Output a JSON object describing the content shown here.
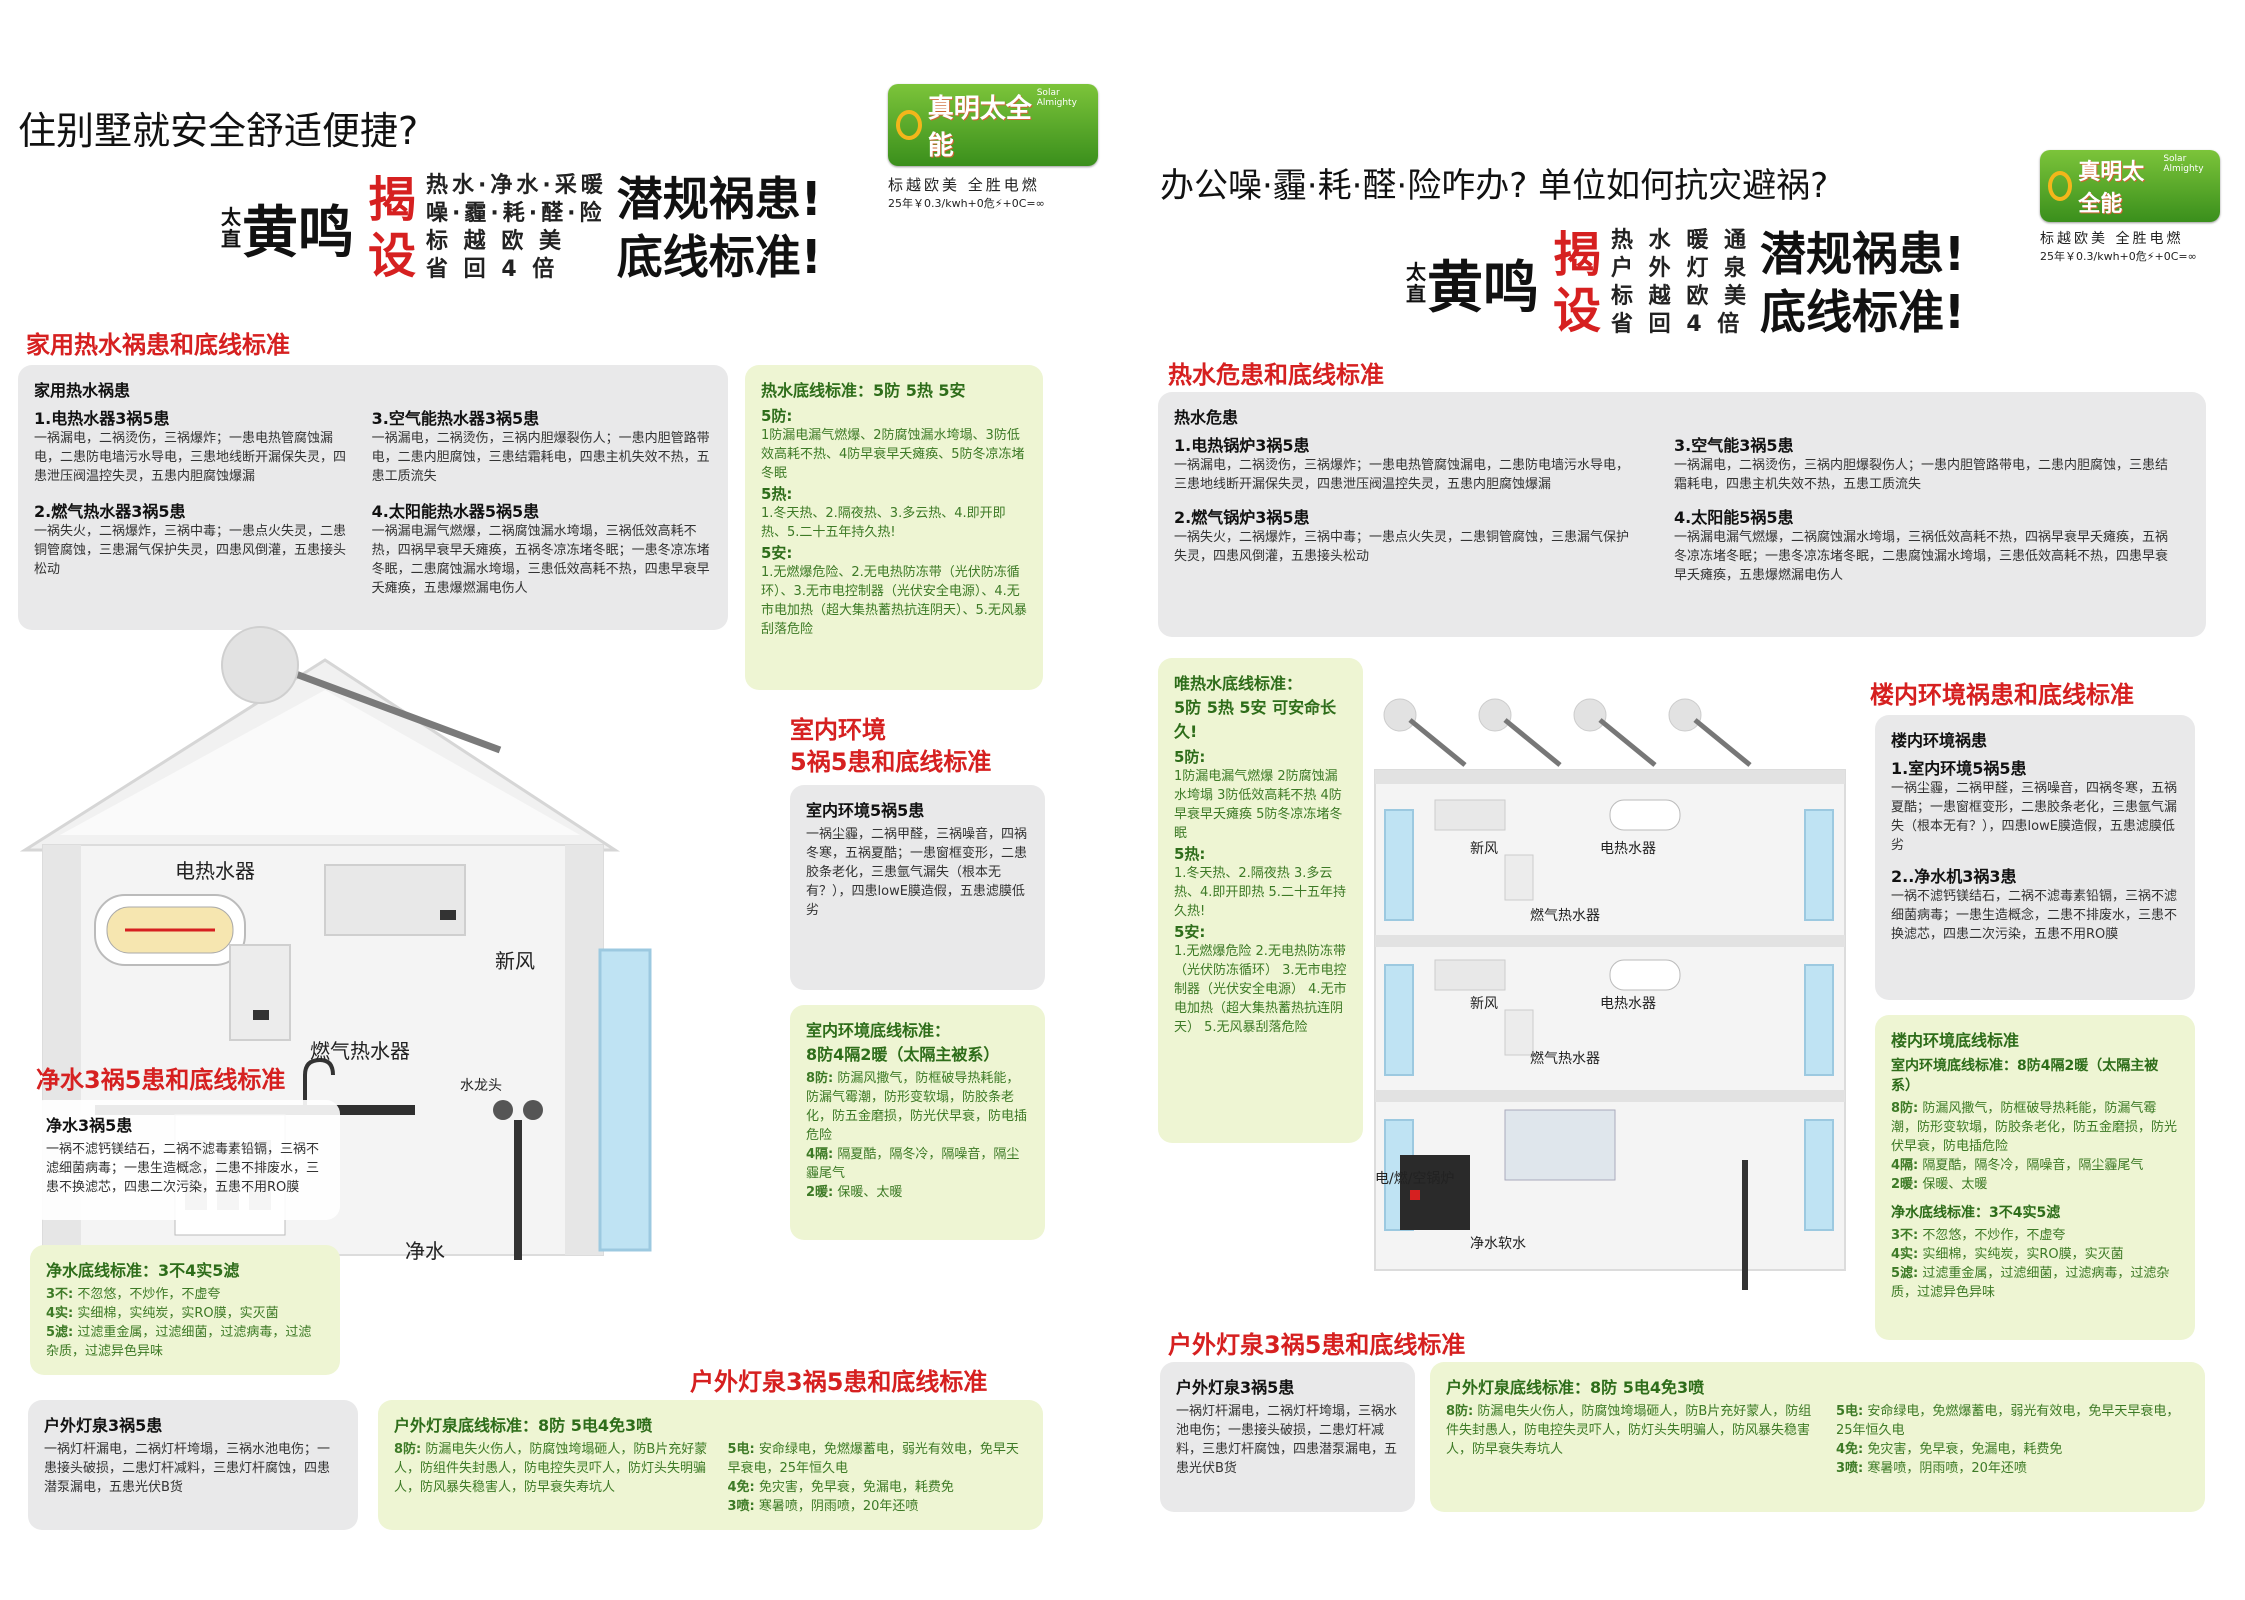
{
  "left": {
    "title": "住别墅就安全舒适便捷?",
    "logo": {
      "brand": "真明太全能",
      "english": "Solar Almighty",
      "tagline": "标越欧美 全胜电燃",
      "price": "25年￥0.3/kwh+0危⚡+0C=∞"
    },
    "hero": {
      "small_top": "太",
      "small_bottom": "直",
      "name": "黄鸣",
      "red_top": "揭",
      "red_bottom": "设",
      "line1": "热水·净水·采暖",
      "line2": "噪·霾·耗·醛·险",
      "line3": "标 越 欧 美",
      "line4": "省 回 4 倍",
      "big_top": "潜规祸患!",
      "big_bottom": "底线标准!"
    },
    "sec_hot": "家用热水祸患和底线标准",
    "hot_card": {
      "title": "家用热水祸患",
      "b1_head": "1.电热水器3祸5患",
      "b1_text": "一祸漏电，二祸烫伤，三祸爆炸；一患电热管腐蚀漏电，二患防电墙污水导电，三患地线断开漏保失灵，四患泄压阀温控失灵，五患内胆腐蚀爆漏",
      "b2_head": "2.燃气热水器3祸5患",
      "b2_text": "一祸失火，二祸爆炸，三祸中毒；一患点火失灵，二患铜管腐蚀，三患漏气保护失灵，四患风倒灌，五患接头松动",
      "b3_head": "3.空气能热水器3祸5患",
      "b3_text": "一祸漏电，二祸烫伤，三祸内胆爆裂伤人；一患内胆管路带电，二患内胆腐蚀，三患结霜耗电，四患主机失效不热，五患工质流失",
      "b4_head": "4.太阳能热水器5祸5患",
      "b4_text": "一祸漏电漏气燃爆，二祸腐蚀漏水垮塌，三祸低效高耗不热，四祸早衰早夭瘫痪，五祸冬凉冻堵冬眠；一患冬凉冻堵冬眠，二患腐蚀漏水垮塌，三患低效高耗不热，四患早衰早夭瘫痪，五患爆燃漏电伤人"
    },
    "hot_std": {
      "title": "热水底线标准：5防 5热 5安",
      "h1": "5防:",
      "t1": "1防漏电漏气燃爆、2防腐蚀漏水垮塌、3防低效高耗不热、4防早衰早夭瘫痪、5防冬凉冻堵冬眠",
      "h2": "5热:",
      "t2": "1.冬天热、2.隔夜热、3.多云热、4.即开即热、5.二十五年持久热!",
      "h3": "5安:",
      "t3": "1.无燃爆危险、2.无电热防冻带（光伏防冻循环）、3.无市电控制器（光伏安全电源）、4.无市电加热（超大集热蓄热抗连阴天）、5.无风暴刮落危险"
    },
    "sec_indoor_1": "室内环境",
    "sec_indoor_2": "5祸5患和底线标准",
    "indoor_card": {
      "title": "室内环境5祸5患",
      "text": "一祸尘霾，二祸甲醛，三祸噪音，四祸冬寒，五祸夏酷；一患窗框变形，二患胶条老化，三患氩气漏失（根本无有？），四患lowE膜造假，五患滤膜低劣"
    },
    "indoor_std": {
      "title": "室内环境底线标准：",
      "subtitle": "8防4隔2暖（太隔主被系）",
      "h1": "8防:",
      "t1": "防漏风撒气，防框破导热耗能，防漏气霉潮，防形变软塌，防胶条老化，防五金磨损，防光伏早衰，防电插危险",
      "h2": "4隔:",
      "t2": "隔夏酷，隔冬冷，隔噪音，隔尘霾尾气",
      "h3": "2暖:",
      "t3": "保暖、太暖"
    },
    "sec_water": "净水3祸5患和底线标准",
    "water_card": {
      "title": "净水3祸5患",
      "text": "一祸不滤钙镁结石，二祸不滤毒素铅镉，三祸不滤细菌病毒；一患生造概念，二患不排废水，三患不换滤芯，四患二次污染，五患不用RO膜"
    },
    "water_std": {
      "title": "净水底线标准：3不4实5滤",
      "h1": "3不:",
      "t1": "不忽悠，不炒作，不虚夸",
      "h2": "4实:",
      "t2": "实细棉，实纯炭，实RO膜，实灭菌",
      "h3": "5滤:",
      "t3": "过滤重金属，过滤细菌，过滤病毒，过滤杂质，过滤异色异味"
    },
    "sec_outdoor": "户外灯泉3祸5患和底线标准",
    "outdoor_card": {
      "title": "户外灯泉3祸5患",
      "text": "一祸灯杆漏电，二祸灯杆垮塌，三祸水池电伤；一患接头破损，二患灯杆减料，三患灯杆腐蚀，四患潜泵漏电，五患光伏B货"
    },
    "outdoor_std": {
      "title": "户外灯泉底线标准：8防 5电4免3喷",
      "h1": "8防:",
      "t1": "防漏电失火伤人，防腐蚀垮塌砸人，防B片充好蒙人，防组件失封愚人，防电控失灵吓人，防灯头失明骗人，防风暴失稳害人，防早衰失寿坑人",
      "h2": "5电:",
      "t2": "安命绿电，免燃爆蓄电，弱光有效电，免早天早衰电，25年恒久电",
      "h3": "4免:",
      "t3": "免灾害，免早衰，免漏电，耗费免",
      "h4": "3喷:",
      "t4": "寒暑喷，阴雨喷，20年还喷"
    },
    "house_labels": {
      "heater": "电热水器",
      "fresh": "新风",
      "gas": "燃气热水器",
      "faucet": "水龙头",
      "purify": "净水"
    }
  },
  "right": {
    "title": "办公噪·霾·耗·醛·险咋办? 单位如何抗灾避祸?",
    "logo": {
      "brand": "真明太全能",
      "english": "Solar Almighty",
      "tagline": "标越欧美 全胜电燃",
      "price": "25年￥0.3/kwh+0危⚡+0C=∞"
    },
    "hero": {
      "small_top": "太",
      "small_bottom": "直",
      "name": "黄鸣",
      "red_top": "揭",
      "red_bottom": "设",
      "line1": "热 水 暖 通",
      "line2": "户 外 灯 泉",
      "line3": "标 越 欧 美",
      "line4": "省 回 4 倍",
      "big_top": "潜规祸患!",
      "big_bottom": "底线标准!"
    },
    "sec_hot": "热水危患和底线标准",
    "hot_card": {
      "title": "热水危患",
      "b1_head": "1.电热锅炉3祸5患",
      "b1_text": "一祸漏电，二祸烫伤，三祸爆炸；一患电热管腐蚀漏电，二患防电墙污水导电，三患地线断开漏保失灵，四患泄压阀温控失灵，五患内胆腐蚀爆漏",
      "b2_head": "2.燃气锅炉3祸5患",
      "b2_text": "一祸失火，二祸爆炸，三祸中毒；一患点火失灵，二患铜管腐蚀，三患漏气保护失灵，四患风倒灌，五患接头松动",
      "b3_head": "3.空气能3祸5患",
      "b3_text": "一祸漏电，二祸烫伤，三祸内胆爆裂伤人；一患内胆管路带电，二患内胆腐蚀，三患结霜耗电，四患主机失效不热，五患工质流失",
      "b4_head": "4.太阳能5祸5患",
      "b4_text": "一祸漏电漏气燃爆，二祸腐蚀漏水垮塌，三祸低效高耗不热，四祸早衰早夭瘫痪，五祸冬凉冻堵冬眠；一患冬凉冻堵冬眠，二患腐蚀漏水垮塌，三患低效高耗不热，四患早衰早夭瘫痪，五患爆燃漏电伤人"
    },
    "hot_std": {
      "title": "唯热水底线标准：",
      "subtitle": "5防 5热 5安 可安命长久!",
      "h1": "5防:",
      "t1": "1防漏电漏气燃爆 2防腐蚀漏水垮塌 3防低效高耗不热 4防早衰早夭瘫痪 5防冬凉冻堵冬眠",
      "h2": "5热:",
      "t2": "1.冬天热、2.隔夜热 3.多云热、4.即开即热 5.二十五年持久热!",
      "h3": "5安:",
      "t3": "1.无燃爆危险 2.无电热防冻带（光伏防冻循环） 3.无市电控制器（光伏安全电源） 4.无市电加热（超大集热蓄热抗连阴天） 5.无风暴刮落危险"
    },
    "sec_indoor": "楼内环境祸患和底线标准",
    "indoor_card": {
      "title": "楼内环境祸患",
      "b1_head": "1.室内环境5祸5患",
      "b1_text": "一祸尘霾，二祸甲醛，三祸噪音，四祸冬寒，五祸夏酷；一患窗框变形，二患胶条老化，三患氩气漏失（根本无有？），四患lowE膜造假，五患滤膜低劣",
      "b2_head": "2..净水机3祸3患",
      "b2_text": "一祸不滤钙镁结石，二祸不滤毒素铅镉，三祸不滤细菌病毒；一患生造概念，二患不排废水，三患不换滤芯，四患二次污染，五患不用RO膜"
    },
    "indoor_std": {
      "title": "楼内环境底线标准",
      "subtitle": "室内环境底线标准：8防4隔2暖（太隔主被系）",
      "h1": "8防:",
      "t1": "防漏风撒气，防框破导热耗能，防漏气霉潮，防形变软塌，防胶条老化，防五金磨损，防光伏早衰，防电插危险",
      "h2": "4隔:",
      "t2": "隔夏酷，隔冬冷，隔噪音，隔尘霾尾气",
      "h3": "2暖:",
      "t3": "保暖、太暖",
      "w_title": "净水底线标准：3不4实5滤",
      "w1h": "3不:",
      "w1": "不忽悠，不炒作，不虚夸",
      "w2h": "4实:",
      "w2": "实细棉，实纯炭，实RO膜，实灭菌",
      "w3h": "5滤:",
      "w3": "过滤重金属，过滤细菌，过滤病毒，过滤杂质，过滤异色异味"
    },
    "sec_outdoor": "户外灯泉3祸5患和底线标准",
    "outdoor_card": {
      "title": "户外灯泉3祸5患",
      "text": "一祸灯杆漏电，二祸灯杆垮塌，三祸水池电伤；一患接头破损，二患灯杆减料，三患灯杆腐蚀，四患潜泵漏电，五患光伏B货"
    },
    "outdoor_std": {
      "title": "户外灯泉底线标准：8防 5电4免3喷",
      "h1": "8防:",
      "t1": "防漏电失火伤人，防腐蚀垮塌砸人，防B片充好蒙人，防组件失封愚人，防电控失灵吓人，防灯头失明骗人，防风暴失稳害人，防早衰失寿坑人",
      "h2": "5电:",
      "t2": "安命绿电，免燃爆蓄电，弱光有效电，免早天早衰电，25年恒久电",
      "h3": "4免:",
      "t3": "免灾害，免早衰，免漏电，耗费免",
      "h4": "3喷:",
      "t4": "寒暑喷，阴雨喷，20年还喷"
    },
    "bld_labels": {
      "fresh1": "新风",
      "heater1": "电热水器",
      "gas1": "燃气热水器",
      "fresh2": "新风",
      "heater2": "电热水器",
      "gas2": "燃气热水器",
      "boiler": "电/燃/空锅炉",
      "soft": "净水软水"
    }
  }
}
